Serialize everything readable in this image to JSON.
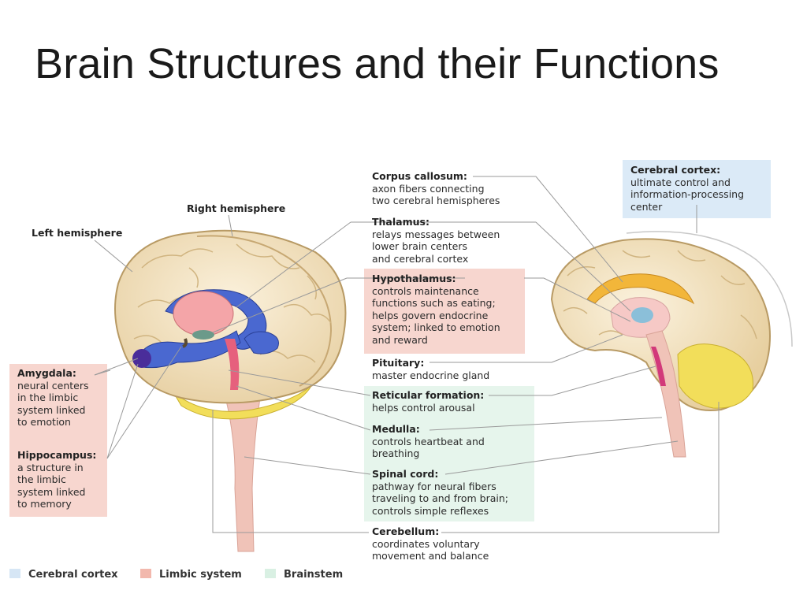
{
  "title": "Brain Structures and their Functions",
  "hemispheres": {
    "right": "Right hemisphere",
    "left": "Left hemisphere"
  },
  "labels": {
    "amygdala": {
      "name": "Amygdala:",
      "desc": [
        "neural centers",
        "in the limbic",
        "system linked",
        "to emotion"
      ]
    },
    "hippocampus": {
      "name": "Hippocampus:",
      "desc": [
        "a structure in",
        "the limbic",
        "system linked",
        "to memory"
      ]
    },
    "corpus_callosum": {
      "name": "Corpus callosum:",
      "desc": [
        "axon fibers connecting",
        "two cerebral hemispheres"
      ]
    },
    "thalamus": {
      "name": "Thalamus:",
      "desc": [
        "relays messages between",
        "lower brain centers",
        "and cerebral cortex"
      ]
    },
    "hypothalamus": {
      "name": "Hypothalamus:",
      "desc": [
        "controls maintenance",
        "functions such as eating;",
        "helps govern endocrine",
        "system; linked to emotion",
        "and reward"
      ]
    },
    "pituitary": {
      "name": "Pituitary:",
      "desc": [
        "master endocrine gland"
      ]
    },
    "reticular": {
      "name": "Reticular formation:",
      "desc": [
        "helps control arousal"
      ]
    },
    "medulla": {
      "name": "Medulla:",
      "desc": [
        "controls heartbeat and",
        "breathing"
      ]
    },
    "spinal_cord": {
      "name": "Spinal cord:",
      "desc": [
        "pathway for neural fibers",
        "traveling to and from brain;",
        "controls simple reflexes"
      ]
    },
    "cerebellum": {
      "name": "Cerebellum:",
      "desc": [
        "coordinates voluntary",
        "movement and balance"
      ]
    },
    "cerebral_cortex": {
      "name": "Cerebral cortex:",
      "desc": [
        "ultimate control and",
        "information-processing",
        "center"
      ]
    }
  },
  "legend": [
    {
      "label": "Cerebral cortex",
      "color": "#d6e6f5"
    },
    {
      "label": "Limbic system",
      "color": "#f2b8ad"
    },
    {
      "label": "Brainstem",
      "color": "#d9f0e3"
    }
  ]
}
